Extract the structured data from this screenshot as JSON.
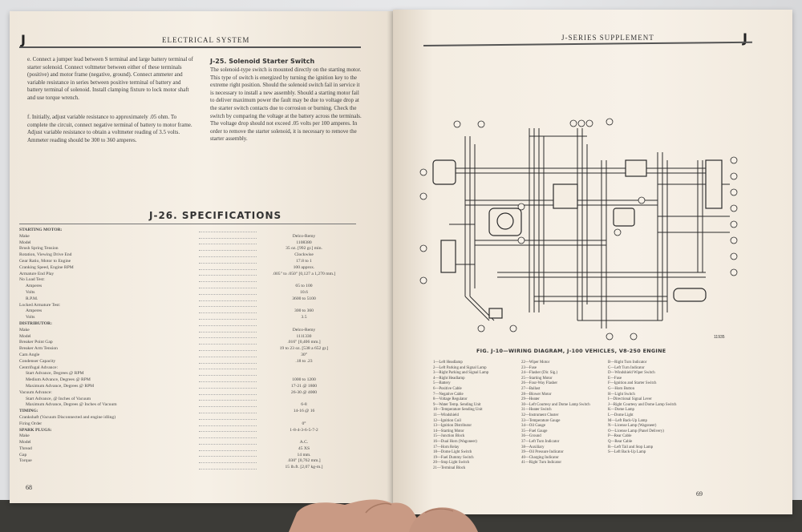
{
  "left": {
    "header_letter": "J",
    "header_title": "ELECTRICAL SYSTEM",
    "para_e": "e. Connect a jumper lead between S terminal and large battery terminal of starter solenoid. Connect voltmeter between either of these terminals (positive) and motor frame (negative, ground). Connect ammeter and variable resistance in series between positive terminal of battery and battery terminal of solenoid. Install clamping fixture to lock motor shaft and use torque wrench.",
    "para_f": "f. Initially, adjust variable resistance to approximately .05 ohm. To complete the circuit, connect negative terminal of battery to motor frame. Adjust variable resistance to obtain a voltmeter reading of 3.5 volts. Ammeter reading should be 300 to 360 amperes.",
    "section_25_title": "J-25. Solenoid Starter Switch",
    "section_25_text": "The solenoid-type switch is mounted directly on the starting motor. This type of switch is energized by turning the ignition key to the extreme right position. Should the solenoid switch fail in service it is necessary to install a new assembly. Should a starting motor fail to deliver maximum power the fault may be due to voltage drop at the starter switch contacts due to corrosion or burning. Check the switch by comparing the voltage at the battery across the terminals. The voltage drop should not exceed .05 volts per 100 amperes. In order to remove the starter solenoid, it is necessary to remove the starter assembly.",
    "specs_title": "J-26. SPECIFICATIONS",
    "specs": [
      {
        "label": "STARTING MOTOR:",
        "value": "",
        "group": true
      },
      {
        "label": "Make",
        "value": "Delco-Remy"
      },
      {
        "label": "Model",
        "value": "1108380"
      },
      {
        "label": "Brush Spring Tension",
        "value": "35 oz. [992 gr.] min."
      },
      {
        "label": "Rotation, Viewing Drive End",
        "value": "Clockwise"
      },
      {
        "label": "Gear Ratio, Motor to Engine",
        "value": "17.8 to 1"
      },
      {
        "label": "Cranking Speed, Engine RPM",
        "value": "100 approx."
      },
      {
        "label": "Armature End Play",
        "value": ".005\" to .050\" [0,127 a 1,270 mm.]"
      },
      {
        "label": "No Load Test:",
        "value": ""
      },
      {
        "label": "Amperes",
        "value": "65 to 100",
        "indent": true
      },
      {
        "label": "Volts",
        "value": "10.6",
        "indent": true
      },
      {
        "label": "R.P.M.",
        "value": "3600 to 5100",
        "indent": true
      },
      {
        "label": "Locked Armature Test:",
        "value": ""
      },
      {
        "label": "Amperes",
        "value": "300 to 360",
        "indent": true
      },
      {
        "label": "Volts",
        "value": "3.5",
        "indent": true
      },
      {
        "label": "DISTRIBUTOR:",
        "value": "",
        "group": true
      },
      {
        "label": "Make",
        "value": "Delco-Remy"
      },
      {
        "label": "Model",
        "value": "1111330"
      },
      {
        "label": "Breaker Point Gap",
        "value": ".016\" [0,406 mm.]"
      },
      {
        "label": "Breaker Arm Tension",
        "value": "19 to 23 oz. [538 a 652 gr.]"
      },
      {
        "label": "Cam Angle",
        "value": "30°"
      },
      {
        "label": "Condenser Capacity",
        "value": ".18 to .23"
      },
      {
        "label": "Centrifugal Advance:",
        "value": ""
      },
      {
        "label": "Start Advance, Degrees @ RPM",
        "value": "",
        "indent": true
      },
      {
        "label": "Medium Advance, Degrees @ RPM",
        "value": "1000 to 1200",
        "indent": true
      },
      {
        "label": "Maximum Advance, Degrees @ RPM",
        "value": "17-21 @ 1800",
        "indent": true
      },
      {
        "label": "Vacuum Advance:",
        "value": "26-30 @ 4000"
      },
      {
        "label": "Start Advance, @ Inches of Vacuum",
        "value": "",
        "indent": true
      },
      {
        "label": "Maximum Advance, Degrees @ Inches of Vacuum",
        "value": "6-8",
        "indent": true
      },
      {
        "label": "TIMING:",
        "value": "14-16 @ 16",
        "group": true
      },
      {
        "label": "Crankshaft (Vacuum Disconnected and engine idling)",
        "value": ""
      },
      {
        "label": "Firing Order",
        "value": "0°"
      },
      {
        "label": "SPARK PLUGS:",
        "value": "1-8-4-3-6-5-7-2",
        "group": true
      },
      {
        "label": "Make",
        "value": ""
      },
      {
        "label": "Model",
        "value": "A.C."
      },
      {
        "label": "Thread",
        "value": "45 XS"
      },
      {
        "label": "Gap",
        "value": "14 mm."
      },
      {
        "label": "Torque",
        "value": ".030\" [0,762 mm.]"
      },
      {
        "label": "",
        "value": "15 lb.ft. [2,07 kg-m.]"
      }
    ],
    "page_number": "68"
  },
  "right": {
    "header_title": "J-SERIES SUPPLEMENT",
    "header_letter": "J",
    "figure_id": "11935",
    "figure_caption": "FIG. J-10—WIRING DIAGRAM, J-100 VEHICLES, V8-250 ENGINE",
    "legend_col1": [
      "1—Left Headlamp",
      "2—Left Parking and Signal Lamp",
      "3—Right Parking and Signal Lamp",
      "4—Right Headlamp",
      "5—Battery",
      "6—Positive Cable",
      "7—Negative Cable",
      "8—Voltage Regulator",
      "9—Water Temp. Sending Unit",
      "10—Temperature Sending Unit",
      "11—Windshield",
      "12—Ignition Coil",
      "13—Ignition Distributor",
      "14—Starting Motor",
      "15—Junction Block",
      "16—Dual Horn (Wagoneer)",
      "17—Horn Relay",
      "18—Dome Light Switch",
      "19—Fuel Dummy Switch",
      "20—Stop Light Switch",
      "21—Terminal Block"
    ],
    "legend_col2": [
      "22—Wiper Motor",
      "23—Fuse",
      "24—Flasher (Dir. Sig.)",
      "25—Starting Motor",
      "26—Four-Way Flasher",
      "27—Ballast",
      "28—Blower Motor",
      "29—Heater",
      "30—Left Courtesy and Dome Lamp Switch",
      "31—Heater Switch",
      "32—Instrument Cluster",
      "33—Temperature Gauge",
      "34—Oil Gauge",
      "35—Fuel Gauge",
      "36—Ground",
      "37—Left Turn Indicator",
      "38—Auxiliary",
      "39—Oil Pressure Indicator",
      "40—Charging Indicator",
      "41—Right Turn Indicator"
    ],
    "legend_col3": [
      "B—Right Turn Indicator",
      "C—Left Turn Indicator",
      "D—Windshield Wiper Switch",
      "E—Fuse",
      "F—Ignition and Starter Switch",
      "G—Horn Button",
      "H—Light Switch",
      "I—Directional Signal Lever",
      "J—Right Courtesy and Dome Lamp Switch",
      "K—Dome Lamp",
      "L—Dome Light",
      "M—Left Back-Up Lamp",
      "N—License Lamp (Wagoneer)",
      "O—License Lamp (Panel Delivery)",
      "P—Rear Cable",
      "Q—Rear Cable",
      "R—Left Tail and Stop Lamp",
      "S—Left Back-Up Lamp"
    ],
    "page_number": "69"
  }
}
